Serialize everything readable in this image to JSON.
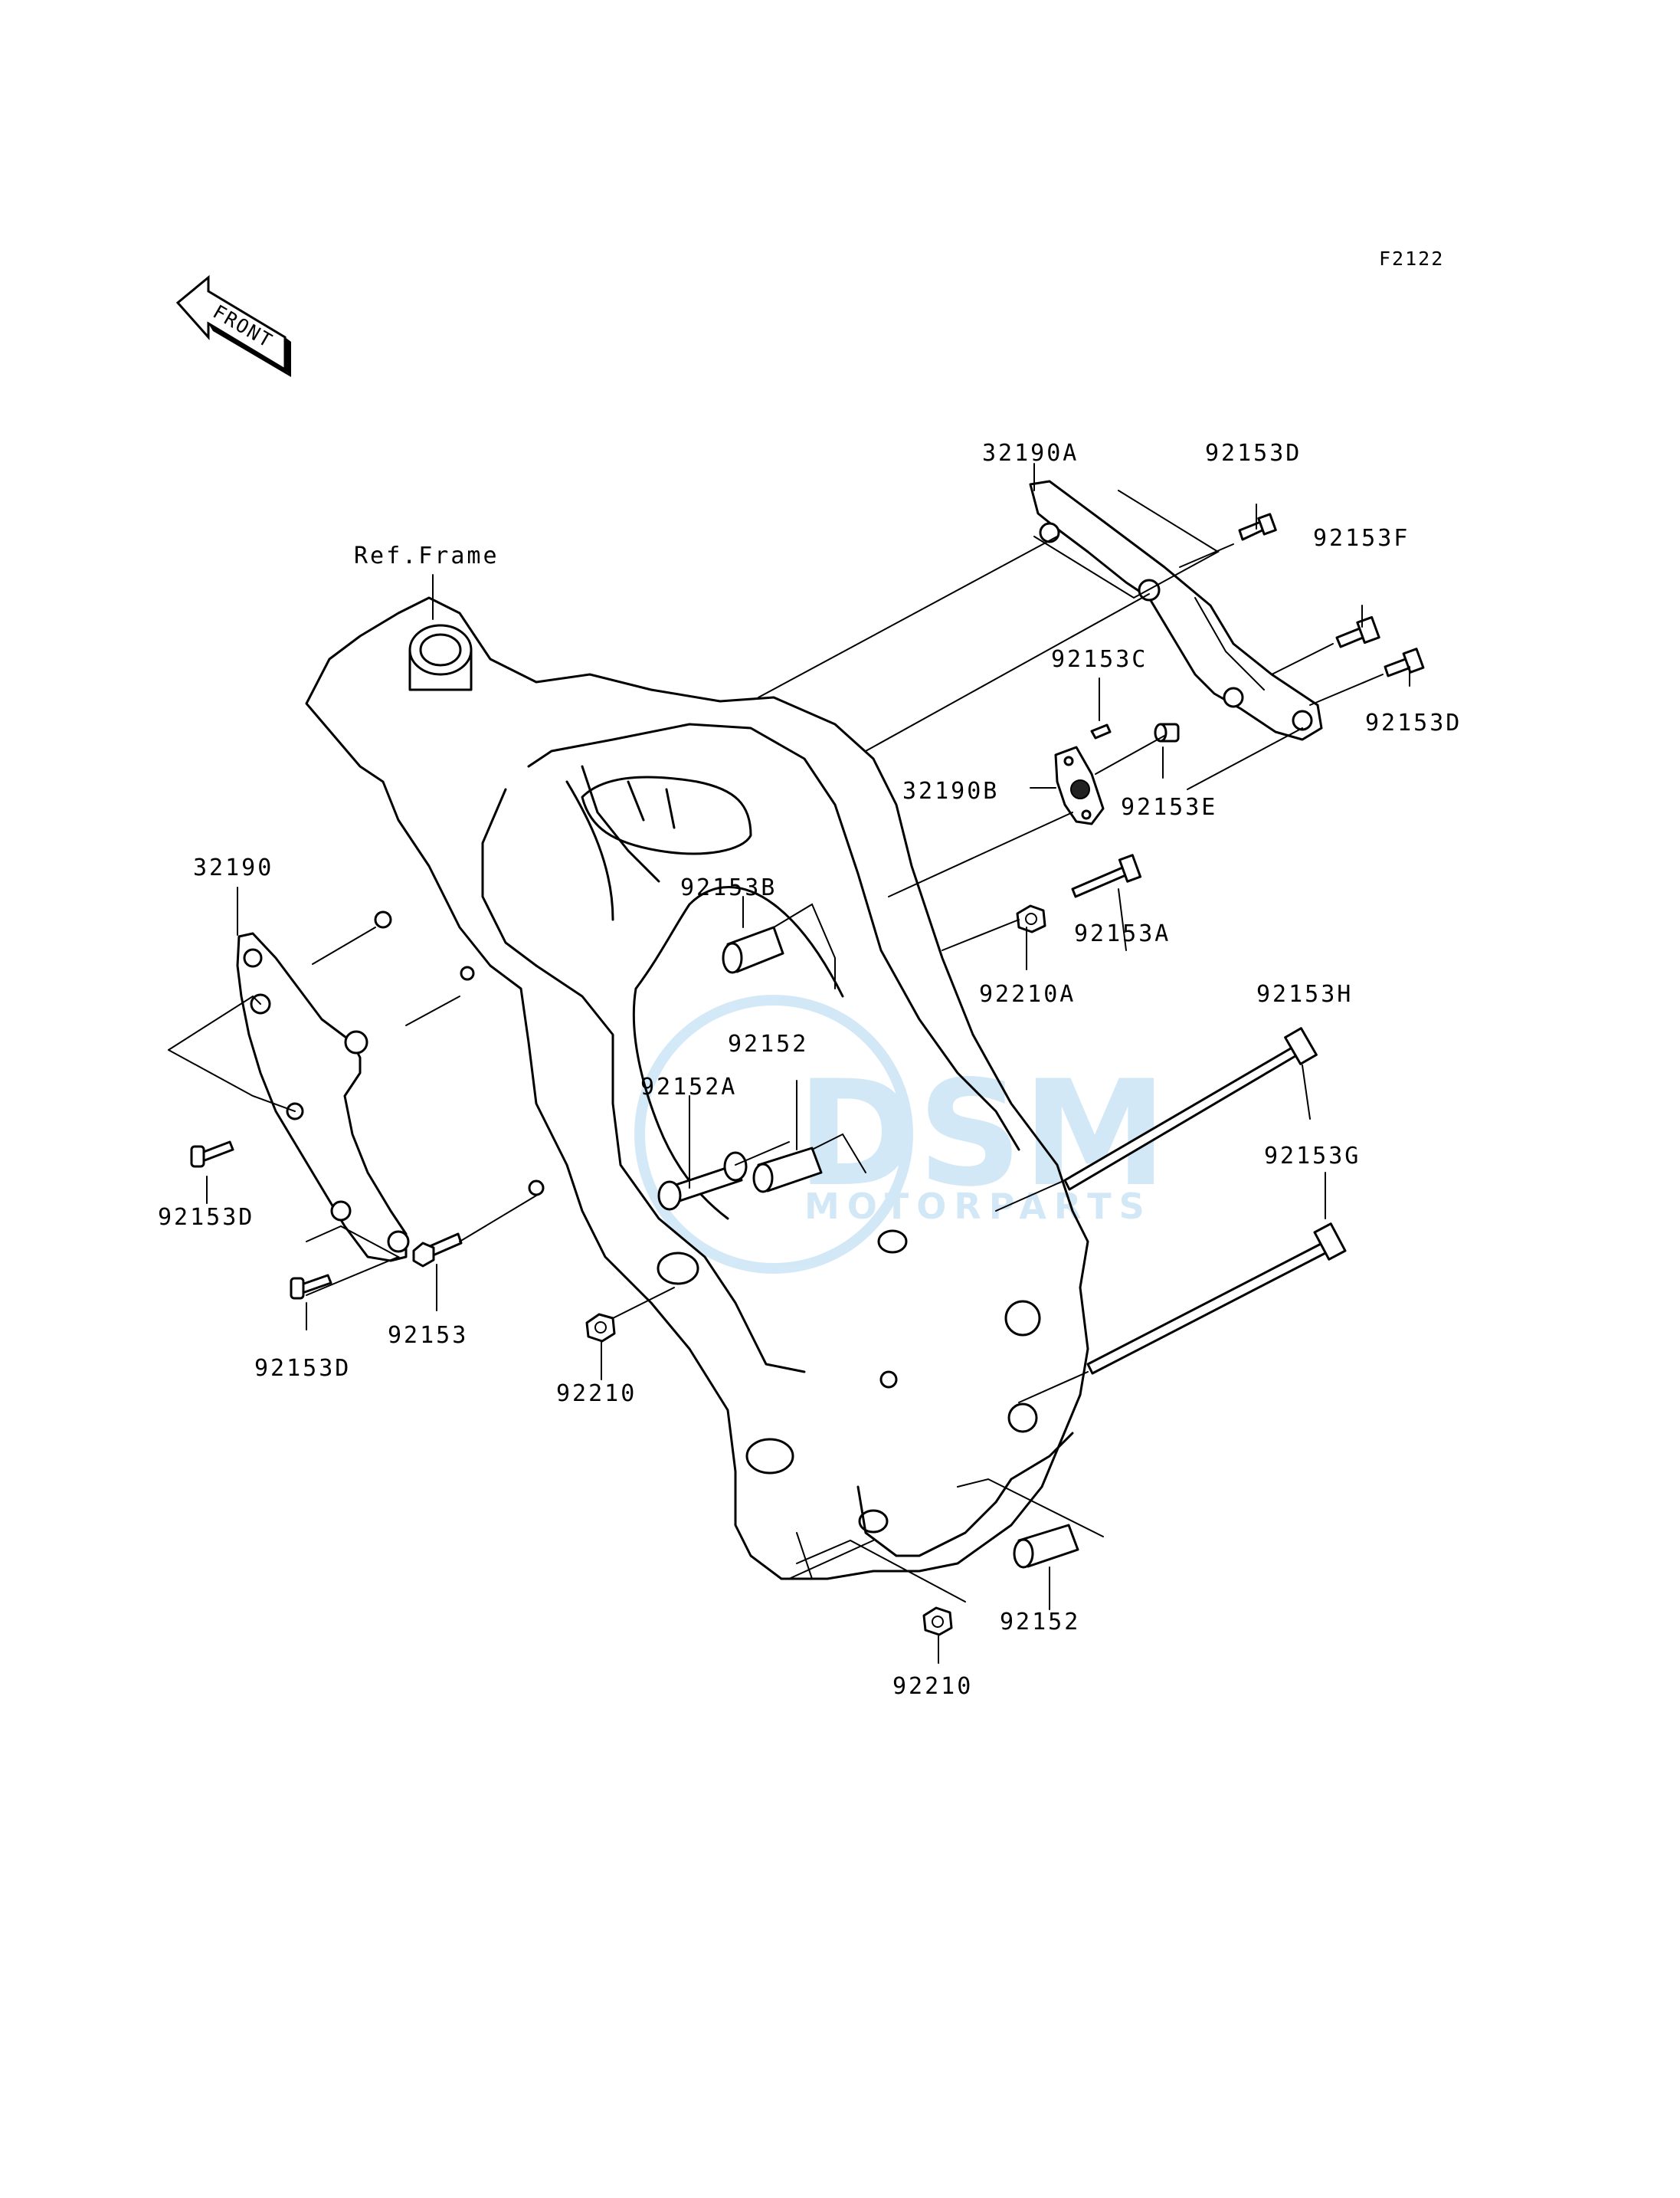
{
  "diagram": {
    "code": "F2122",
    "front_label": "FRONT",
    "ref_frame_label": "Ref.Frame",
    "watermark": {
      "brand": "DSM",
      "sub": "MOTORPARTS",
      "color": "#3a9ad9"
    },
    "part_labels": [
      "32190A",
      "92153D",
      "92153F",
      "92153C",
      "92153D",
      "32190B",
      "92153E",
      "92153B",
      "92153A",
      "92210A",
      "92153H",
      "92152",
      "92152A",
      "32190",
      "92153D",
      "92153G",
      "92153D",
      "92153",
      "92210",
      "92152",
      "92210"
    ]
  }
}
